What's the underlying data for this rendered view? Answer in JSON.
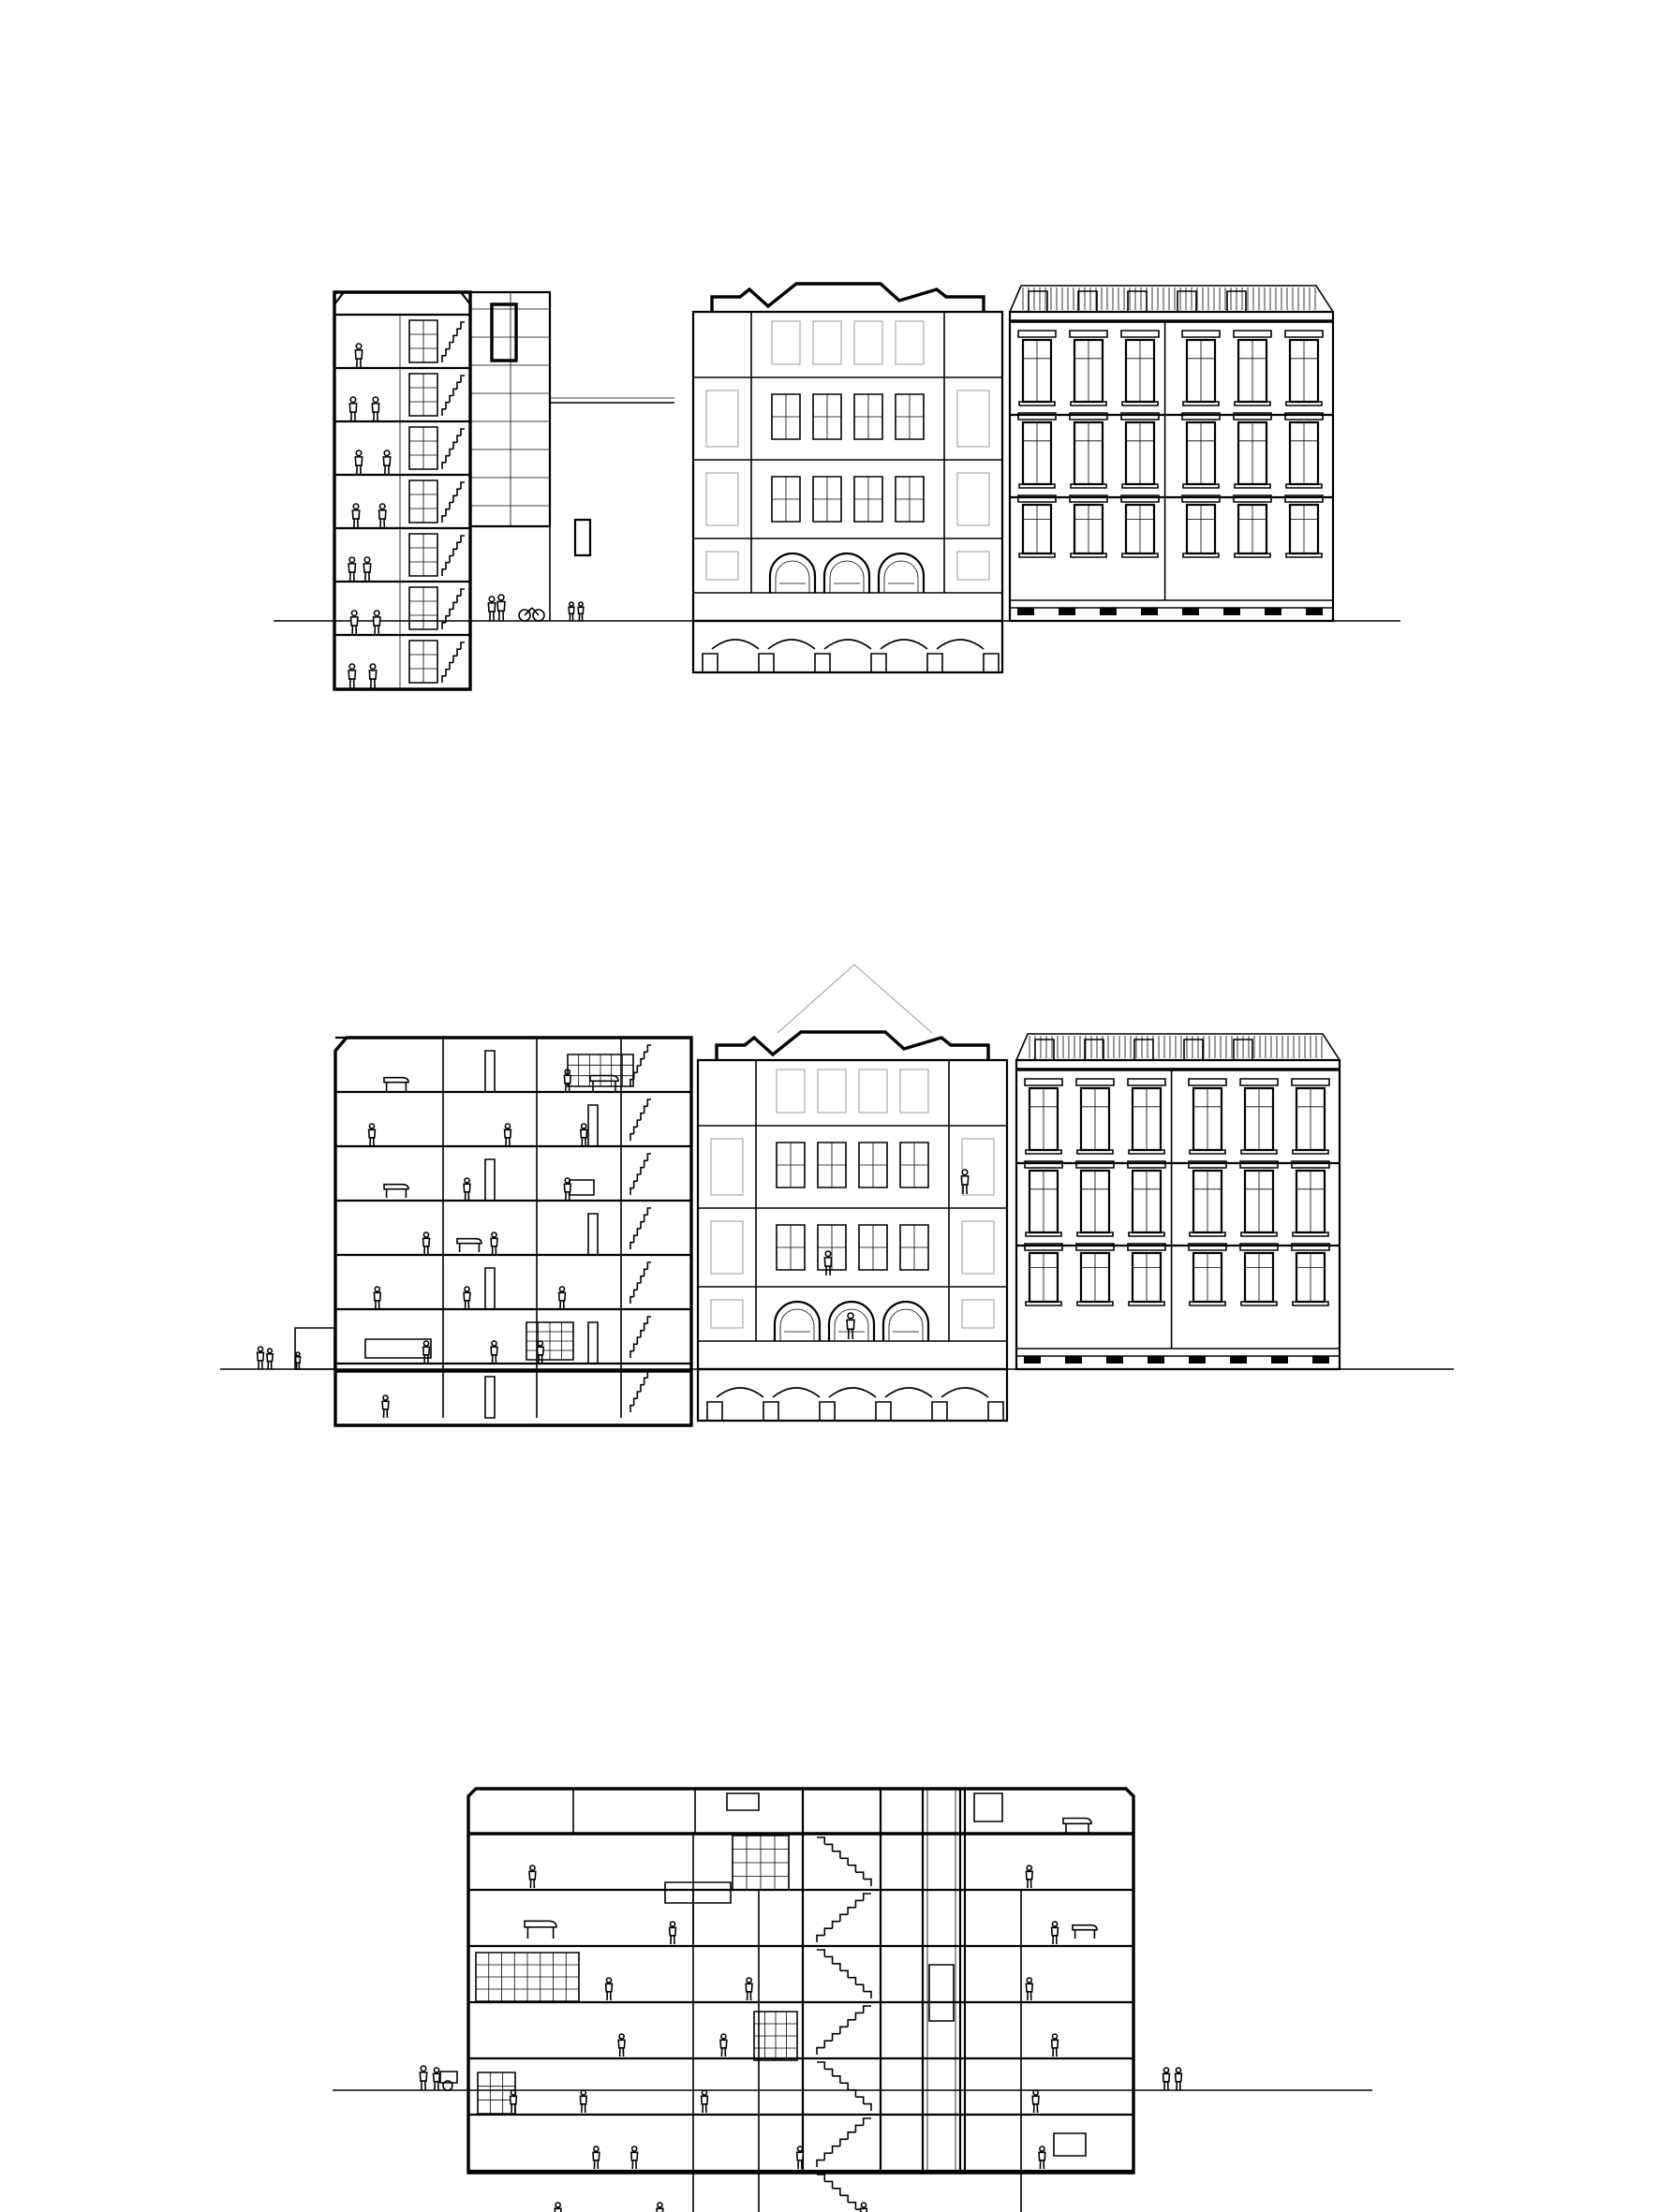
{
  "drawing": {
    "kind": "architectural sections and elevations",
    "colors": {
      "ink": "#000000",
      "paper": "#ffffff",
      "construction": "#9a9a9a"
    },
    "section_a": {
      "tower_floors": 7,
      "historic_floors": 4,
      "wing_window_bays": 6,
      "figures": [
        {
          "floor": 0,
          "pos": 0.18
        },
        {
          "floor": 0,
          "pos": 0.55
        },
        {
          "floor": 1,
          "pos": 0.22
        },
        {
          "floor": 1,
          "pos": 0.62
        },
        {
          "floor": 2,
          "pos": 0.18
        },
        {
          "floor": 2,
          "pos": 0.45
        },
        {
          "floor": 3,
          "pos": 0.25
        },
        {
          "floor": 3,
          "pos": 0.72
        },
        {
          "floor": 4,
          "pos": 0.3
        },
        {
          "floor": 4,
          "pos": 0.8
        },
        {
          "floor": 5,
          "pos": 0.2
        },
        {
          "floor": 5,
          "pos": 0.6
        },
        {
          "floor": 6,
          "pos": 0.3
        }
      ]
    },
    "section_b": {
      "annex_floors": 7,
      "annex_rooms_per_floor": 3,
      "historic_floors": 4,
      "wing_window_bays": 6,
      "figures": [
        {
          "floor": 0,
          "pos": 0.15
        },
        {
          "floor": 1,
          "pos": 0.3
        },
        {
          "floor": 1,
          "pos": 0.55
        },
        {
          "floor": 1,
          "pos": 0.72
        },
        {
          "floor": 2,
          "pos": 0.12
        },
        {
          "floor": 2,
          "pos": 0.45
        },
        {
          "floor": 2,
          "pos": 0.8
        },
        {
          "floor": 3,
          "pos": 0.3
        },
        {
          "floor": 3,
          "pos": 0.55
        },
        {
          "floor": 4,
          "pos": 0.45
        },
        {
          "floor": 4,
          "pos": 0.82
        },
        {
          "floor": 5,
          "pos": 0.1
        },
        {
          "floor": 5,
          "pos": 0.6
        },
        {
          "floor": 5,
          "pos": 0.88
        },
        {
          "floor": 6,
          "pos": 0.82
        }
      ]
    },
    "section_c": {
      "floors": 7,
      "stair_flights": 7,
      "figures": [
        {
          "floor": 0,
          "pos": 0.12
        },
        {
          "floor": 0,
          "pos": 0.28
        },
        {
          "floor": 0,
          "pos": 0.6
        },
        {
          "floor": 1,
          "pos": 0.18
        },
        {
          "floor": 1,
          "pos": 0.24
        },
        {
          "floor": 1,
          "pos": 0.5
        },
        {
          "floor": 1,
          "pos": 0.88
        },
        {
          "floor": 2,
          "pos": 0.05
        },
        {
          "floor": 2,
          "pos": 0.16
        },
        {
          "floor": 2,
          "pos": 0.35
        },
        {
          "floor": 2,
          "pos": 0.87
        },
        {
          "floor": 3,
          "pos": 0.22
        },
        {
          "floor": 3,
          "pos": 0.38
        },
        {
          "floor": 3,
          "pos": 0.9
        },
        {
          "floor": 4,
          "pos": 0.2
        },
        {
          "floor": 4,
          "pos": 0.42
        },
        {
          "floor": 4,
          "pos": 0.86
        },
        {
          "floor": 5,
          "pos": 0.3
        },
        {
          "floor": 5,
          "pos": 0.9
        },
        {
          "floor": 6,
          "pos": 0.08
        },
        {
          "floor": 6,
          "pos": 0.86
        }
      ]
    }
  }
}
